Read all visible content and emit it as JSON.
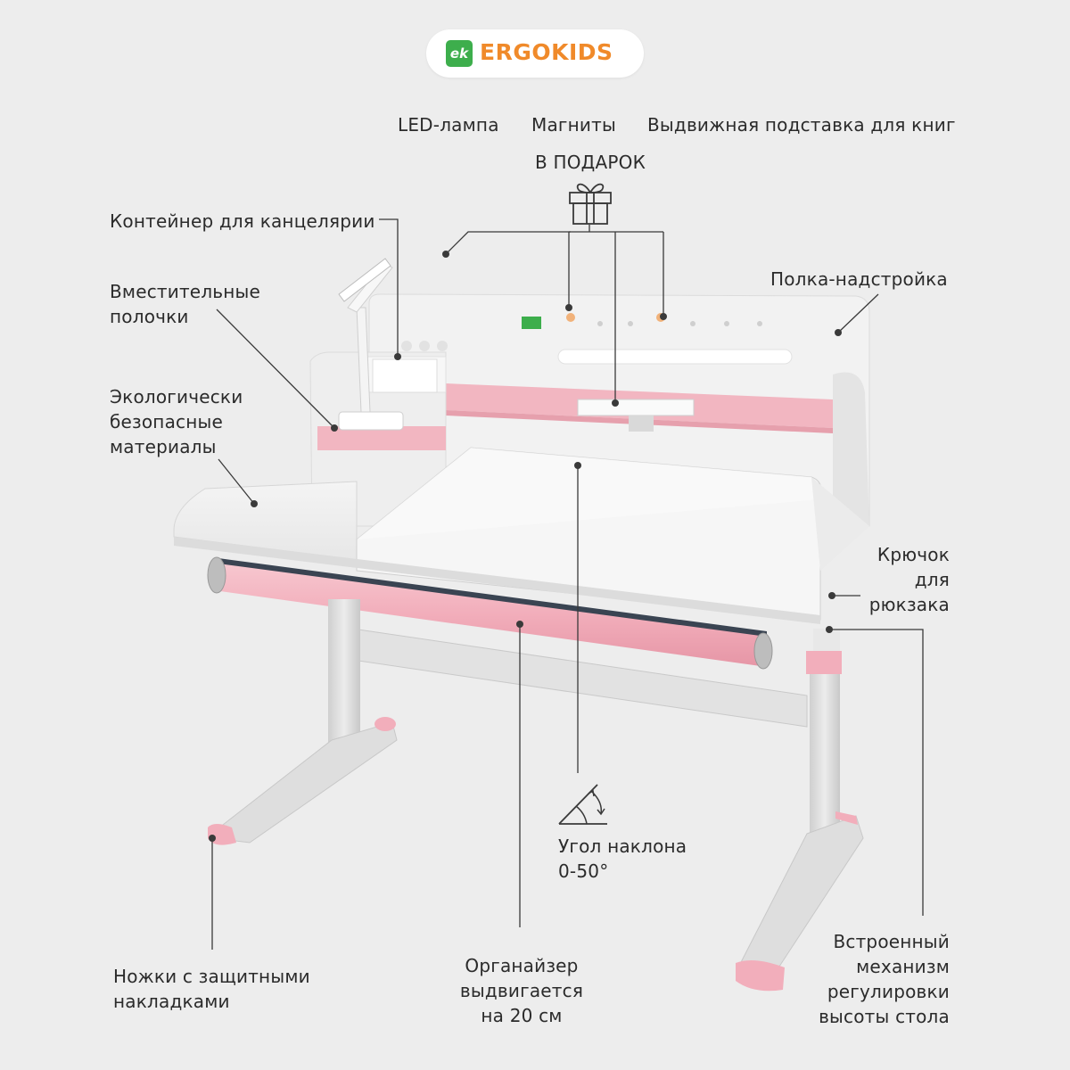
{
  "brand": {
    "mark": "ek",
    "name": "ERGOKIDS",
    "mark_color": "#3dae4c",
    "name_color": "#f08a2a"
  },
  "top_features": {
    "led": "LED-лампа",
    "magnets": "Магниты",
    "book_stand": "Выдвижная подставка для книг",
    "gift": "В ПОДАРОК"
  },
  "labels": {
    "stationery": "Контейнер для канцелярии",
    "shelves": "Вместительные полочки",
    "eco": "Экологически безопасные материалы",
    "superstructure": "Полка-надстройка",
    "hook": "Крючок для рюкзака",
    "tilt": "Угол наклона 0-50°",
    "legs": "Ножки с защитными накладками",
    "organizer": "Органайзер выдвигается на 20 см",
    "mechanism": "Встроенный механизм регулировки высоты стола"
  },
  "colors": {
    "accent_pink": "#f2b3bf",
    "desk_white": "#f5f5f5",
    "frame_grey": "#d9d9d9"
  },
  "icons": {
    "gift": "gift-box-icon",
    "tilt": "tilt-angle-icon"
  }
}
